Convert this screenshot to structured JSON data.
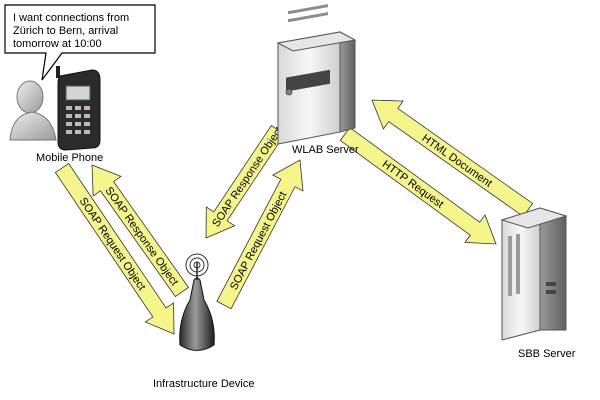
{
  "speech_bubble": {
    "text": "I want connections from\nZürich to Bern, arrival\ntomorrow at 10:00"
  },
  "nodes": {
    "mobile_phone": {
      "label": "Mobile Phone"
    },
    "wlab_server": {
      "label": "WLAB Server"
    },
    "infrastructure_device": {
      "label": "Infrastructure Device"
    },
    "sbb_server": {
      "label": "SBB Server"
    }
  },
  "arrows": {
    "phone_to_device": {
      "label": "SOAP Request Object"
    },
    "device_to_phone": {
      "label": "SOAP Response Object"
    },
    "wlab_to_device": {
      "label": "SOAP Response Object"
    },
    "device_to_wlab": {
      "label": "SOAP Request Object"
    },
    "wlab_to_sbb": {
      "label": "HTTP Request"
    },
    "sbb_to_wlab": {
      "label": "HTML Document"
    }
  },
  "colors": {
    "arrow_fill": "#f5f58c",
    "arrow_stroke": "#333333",
    "server_light": "#f2f2f2",
    "server_dark": "#8c8c8c"
  }
}
